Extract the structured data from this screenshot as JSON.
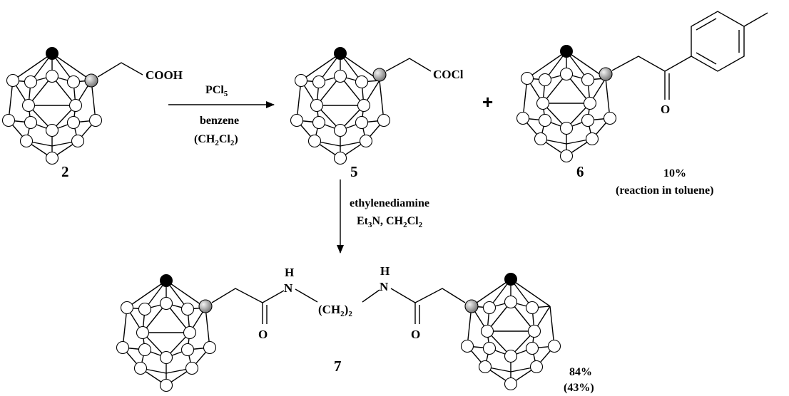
{
  "compounds": {
    "c2": {
      "label": "2",
      "group": "COOH"
    },
    "c5": {
      "label": "5",
      "group": "COCl"
    },
    "c6": {
      "label": "6",
      "carbonyl_o": "O",
      "yield": "10%",
      "note": "(reaction in toluene)"
    },
    "c7": {
      "label": "7",
      "n_left": "N",
      "h_left": "H",
      "n_right": "N",
      "h_right": "H",
      "linker": "(CH",
      "linker_sub": "2",
      "linker_close": ")",
      "linker_sub2": "2",
      "o_left": "O",
      "o_right": "O",
      "yield": "84%",
      "yield2": "(43%)"
    }
  },
  "plus_sign": "+",
  "reaction1": {
    "reagent_pcl": "PCl",
    "reagent_sub": "5",
    "solvent": "benzene",
    "alt_open": "(CH",
    "alt_sub1": "2",
    "alt_mid": "Cl",
    "alt_sub2": "2",
    "alt_close": ")"
  },
  "reaction2": {
    "reagent": "ethylenediamine",
    "base_pre": "Et",
    "base_sub": "3",
    "base_mid": "N, CH",
    "base_sub2": "2",
    "base_mid2": "Cl",
    "base_sub3": "2"
  },
  "colors": {
    "carbon_vertex": "#9a9a9a",
    "bh_vertex": "#000000",
    "boron_vertex": "#ffffff"
  }
}
